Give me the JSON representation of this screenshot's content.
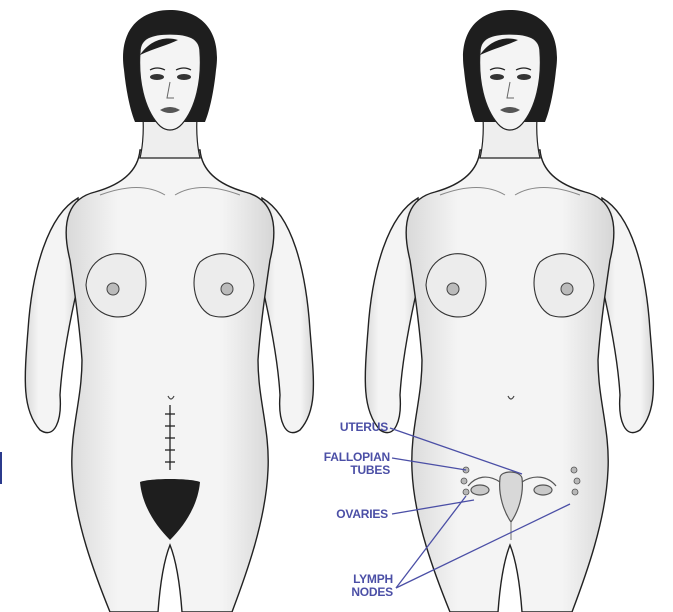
{
  "labels": {
    "uterus": "UTERUS",
    "fallopian_line1": "FALLOPIAN",
    "fallopian_line2": "TUBES",
    "ovaries": "OVARIES",
    "lymph_line1": "LYMPH",
    "lymph_line2": "NODES"
  },
  "colors": {
    "label": "#4b4fa6",
    "leader": "#4b4fa6",
    "outline": "#222222",
    "skin": "#f1f1f1",
    "hair": "#1e1e1e"
  }
}
